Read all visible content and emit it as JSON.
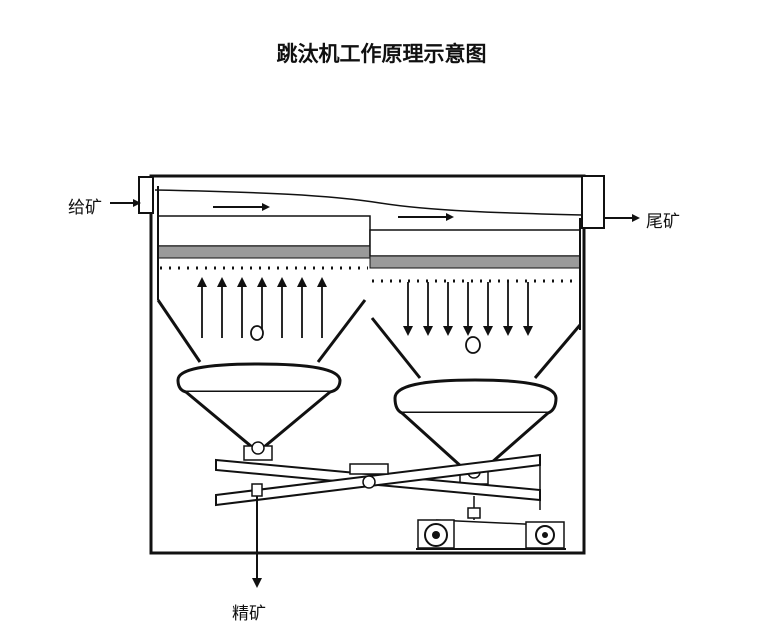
{
  "title": "跳汰机工作原理示意图",
  "labels": {
    "feed": "给矿",
    "tailings": "尾矿",
    "concentrate": "精矿"
  },
  "colors": {
    "line": "#111111",
    "screen": "#9a9a9a",
    "background": "#ffffff"
  }
}
